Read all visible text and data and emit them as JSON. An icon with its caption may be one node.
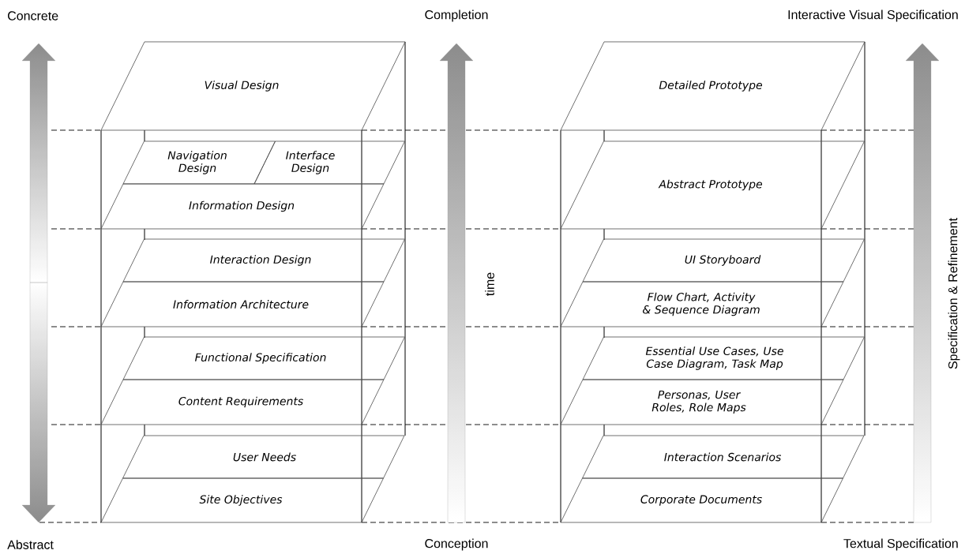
{
  "diagram": {
    "nodes": [
      {
        "text": [
          "Visual Design"
        ]
      },
      {
        "text": [
          "Navigation Design"
        ]
      },
      {
        "text": [
          "Interface Design"
        ]
      },
      {
        "text": [
          "Information Design"
        ]
      },
      {
        "text": [
          "Interaction Design"
        ]
      },
      {
        "text": [
          "Information Architecture"
        ]
      },
      {
        "text": [
          "Functional Specification"
        ]
      },
      {
        "text": [
          "Content Requirements"
        ]
      },
      {
        "text": [
          "User Needs"
        ]
      },
      {
        "text": [
          "Site Objectives"
        ]
      },
      {
        "text": [
          "Detailed Prototype"
        ]
      },
      {
        "text": [
          "Abstract Prototype"
        ]
      },
      {
        "text": [
          "UI Storyboard"
        ]
      },
      {
        "text": [
          "Flow Chart, Activity & Sequence Diagram"
        ]
      },
      {
        "text": [
          "Essential Use Cases, Use Case Diagram, Task Map"
        ]
      },
      {
        "text": [
          "Personas, User Roles, Role Maps"
        ]
      },
      {
        "text": [
          "Interaction Scenarios"
        ]
      },
      {
        "text": [
          "Corporate Documents"
        ]
      }
    ],
    "labels": [
      "Concrete",
      "Completion",
      "Interactive Visual Specification",
      "time",
      "Specification & Refinement",
      "Abstract",
      "Conception",
      "Textual Specification"
    ]
  }
}
